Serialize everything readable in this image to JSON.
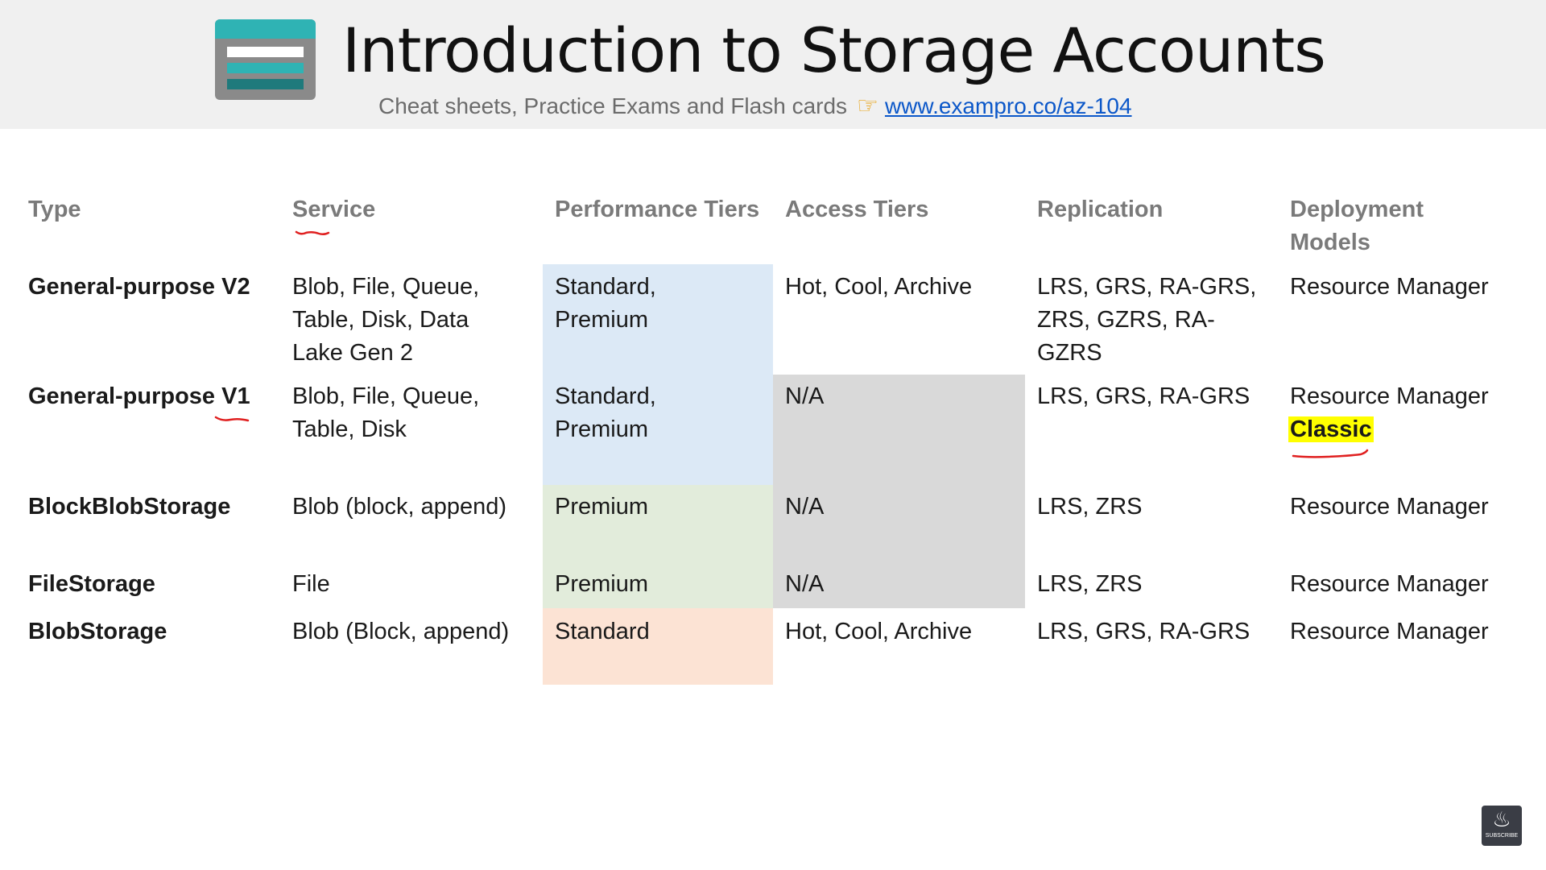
{
  "header": {
    "title": "Introduction to Storage Accounts",
    "subtitle": "Cheat sheets, Practice Exams and Flash cards",
    "pointer_icon": "pointing-hand-icon",
    "link": "www.exampro.co/az-104",
    "logo_icon": "storage-account-icon"
  },
  "table": {
    "columns": [
      "Type",
      "Service",
      "Performance Tiers",
      "Access Tiers",
      "Replication",
      "Deployment Models"
    ],
    "rows": [
      {
        "type": "General-purpose V2",
        "service": "Blob, File, Queue, Table, Disk, Data Lake Gen 2",
        "performance": "Standard, Premium",
        "access": "Hot, Cool, Archive",
        "replication": "LRS, GRS, RA-GRS, ZRS, GZRS, RA-GZRS",
        "deployment": "Resource Manager"
      },
      {
        "type": "General-purpose V1",
        "service": "Blob, File, Queue, Table, Disk",
        "performance": "Standard, Premium",
        "access": "N/A",
        "replication": "LRS, GRS, RA-GRS",
        "deployment": "Resource Manager",
        "deployment_extra": "Classic"
      },
      {
        "type": "BlockBlobStorage",
        "service": "Blob (block, append)",
        "performance": "Premium",
        "access": "N/A",
        "replication": "LRS, ZRS",
        "deployment": "Resource Manager"
      },
      {
        "type": "FileStorage",
        "service": "File",
        "performance": "Premium",
        "access": "N/A",
        "replication": "LRS, ZRS",
        "deployment": "Resource Manager"
      },
      {
        "type": "BlobStorage",
        "service": "Blob (Block, append)",
        "performance": "Standard",
        "access": "Hot, Cool, Archive",
        "replication": "LRS, GRS, RA-GRS",
        "deployment": "Resource Manager"
      }
    ]
  },
  "colors": {
    "premium_standard_blue": "#dce9f6",
    "premium_green": "#e2ecdb",
    "na_gray": "#d9d9d9",
    "standard_peach": "#fce3d4",
    "highlight_yellow": "#ffff00",
    "annotation_red": "#e02020",
    "link_blue": "#0b57c9"
  },
  "subscribe": {
    "label": "SUBSCRIBE",
    "icon": "fire-icon"
  }
}
